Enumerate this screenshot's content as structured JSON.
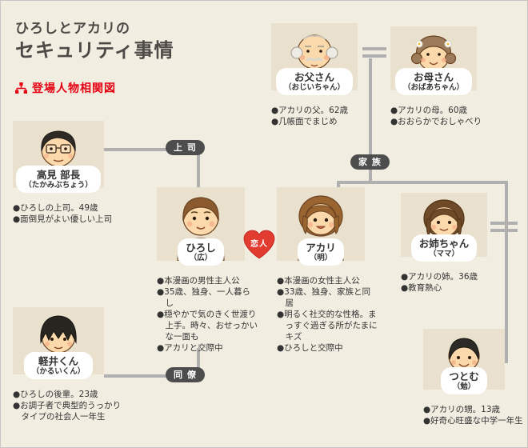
{
  "page": {
    "title_line1": "ひろしとアカリの",
    "title_line2": "セキュリティ事情",
    "section_label": "登場人物相関図"
  },
  "relationships": {
    "boss": "上 司",
    "colleague": "同 僚",
    "family": "家 族",
    "lovers": "恋人"
  },
  "characters": {
    "father": {
      "name": "お父さん",
      "reading": "（おじいちゃん）",
      "bullets": [
        "●アカリの父。62歳",
        "●几帳面でまじめ"
      ]
    },
    "mother": {
      "name": "お母さん",
      "reading": "（おばあちゃん）",
      "bullets": [
        "●アカリの母。60歳",
        "●おおらかでおしゃべり"
      ]
    },
    "takami": {
      "name": "高見 部長",
      "reading": "（たかみぶちょう）",
      "bullets": [
        "●ひろしの上司。49歳",
        "●面倒見がよい優しい上司"
      ]
    },
    "hiroshi": {
      "name": "ひろし",
      "reading": "（広）",
      "bullets": [
        "●本漫画の男性主人公",
        "●35歳、独身、一人暮らし",
        "●穏やかで気のきく世渡り上手。時々、おせっかいな一面も",
        "●アカリと交際中"
      ]
    },
    "akari": {
      "name": "アカリ",
      "reading": "（明）",
      "bullets": [
        "●本漫画の女性主人公",
        "●33歳、独身、家族と同居",
        "●明るく社交的な性格。まっすぐ過ぎる所がたまにキズ",
        "●ひろしと交際中"
      ]
    },
    "sister": {
      "name": "お姉ちゃん",
      "reading": "（ママ）",
      "bullets": [
        "●アカリの姉。36歳",
        "●教育熱心"
      ]
    },
    "karui": {
      "name": "軽井くん",
      "reading": "（かるいくん）",
      "bullets": [
        "●ひろしの後輩。23歳",
        "●お調子者で典型的うっかりタイプの社会人一年生"
      ]
    },
    "tsutomu": {
      "name": "つとむ",
      "reading": "（勉）",
      "bullets": [
        "●アカリの甥。13歳",
        "●好奇心旺盛な中学一年生"
      ]
    }
  },
  "colors": {
    "background": "#f2ede1",
    "panel_beige": "#e9e1cd",
    "accent_red": "#e60012",
    "heart_red": "#e23b30",
    "badge_gray": "#4d4d4d",
    "line_gray": "#b0b0b0",
    "text": "#333333"
  }
}
